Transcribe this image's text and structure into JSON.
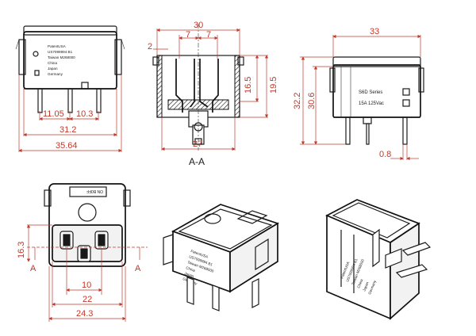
{
  "drawing": {
    "front_view": {
      "dims": {
        "width_outer": "35.64",
        "width_pins": "31.2",
        "pin_a": "11.05",
        "pin_b": "10.3"
      },
      "marking": [
        "PatentUSA",
        "US7099994 B1",
        "Taiwan M268000",
        "China",
        "Japan",
        "Germany"
      ]
    },
    "section_view": {
      "dims": {
        "top": "30",
        "pitch_a": "7",
        "pitch_b": "7",
        "wall": "2",
        "depth_a": "16.5",
        "depth_b": "19.5",
        "bottom": "27"
      },
      "label": "A-A"
    },
    "side_view": {
      "dims": {
        "length": "33",
        "height_a": "32.2",
        "height_b": "30.6",
        "pin_t": "0.8"
      },
      "marking": [
        "S6D Series",
        "15A 125Vac"
      ]
    },
    "top_view": {
      "dims": {
        "pin_height": "16.3",
        "pin_pitch": "10",
        "outer_a": "22",
        "outer_b": "24.3"
      },
      "section_marks": [
        "A",
        "A"
      ],
      "marking": "ON B0FF"
    },
    "iso_view": {
      "marking": [
        "PatentUSA",
        "US7099994 B1",
        "Taiwan M268000",
        "China",
        "Japan",
        "Germany"
      ]
    },
    "iso_view_2": {
      "marking": [
        "PatentUSA",
        "US7099994 B1",
        "Taiwan M268000",
        "China",
        "Japan",
        "Germany"
      ]
    }
  },
  "colors": {
    "dimension": "#c0392b",
    "line": "#1a1a1a"
  }
}
